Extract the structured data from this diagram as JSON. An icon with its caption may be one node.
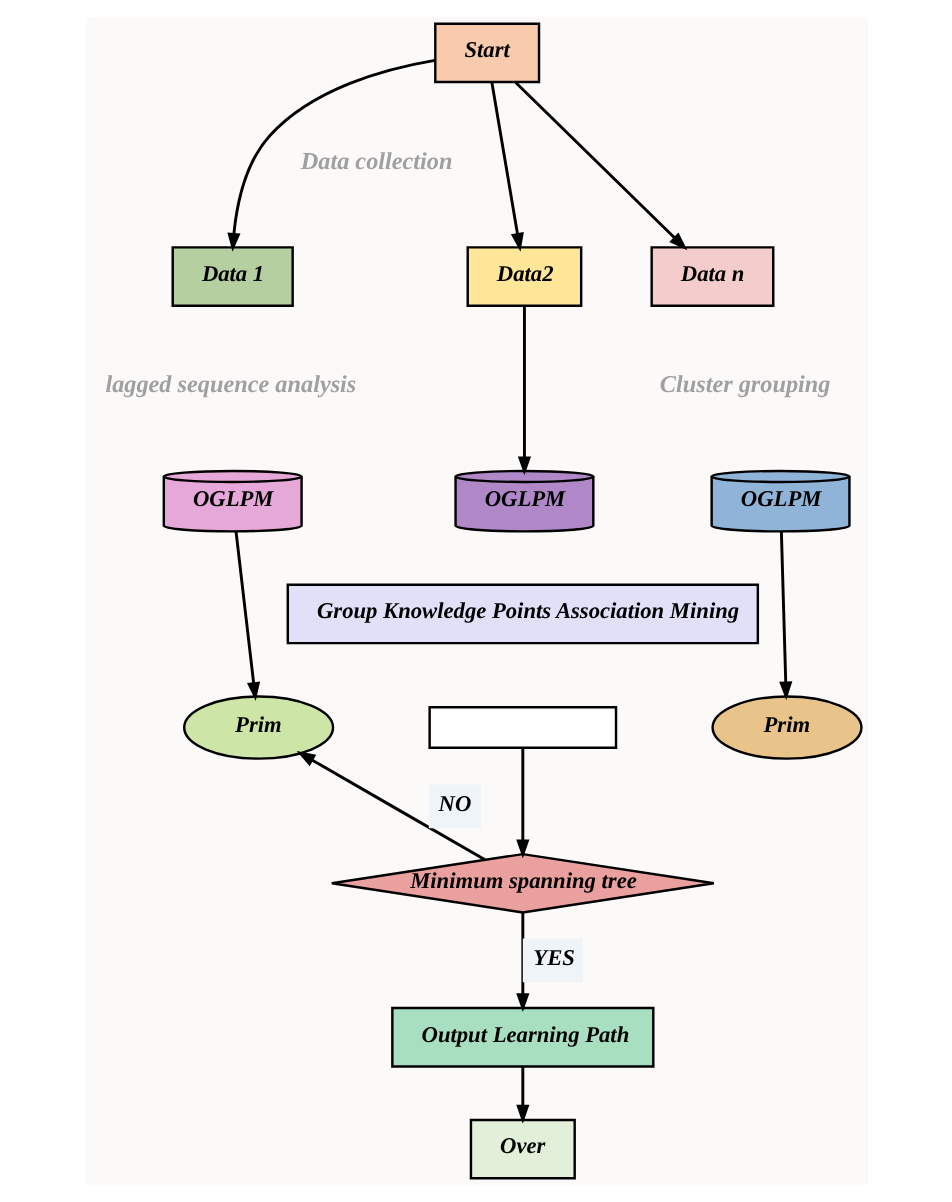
{
  "diagram": {
    "nodes": [
      {
        "text": [
          "Start"
        ]
      },
      {
        "text": [
          "Data 1"
        ]
      },
      {
        "text": [
          "Data2"
        ]
      },
      {
        "text": [
          "Data n"
        ]
      },
      {
        "text": [
          "OGLPM"
        ]
      },
      {
        "text": [
          "OGLPM"
        ]
      },
      {
        "text": [
          "OGLPM"
        ]
      },
      {
        "text": [
          "Group Knowledge Points Association Mining"
        ]
      },
      {
        "text": [
          "Prim"
        ]
      },
      {
        "text": [],
        "shape": "box"
      },
      {
        "text": [
          "Prim"
        ]
      },
      {
        "text": [
          "Minimum spanning tree"
        ]
      },
      {
        "text": [
          "Output Learning Path"
        ]
      },
      {
        "text": [
          "Over"
        ]
      }
    ],
    "edges": [
      {
        "from": 0,
        "to": 1,
        "arrow": "to"
      },
      {
        "from": 0,
        "to": 2,
        "arrow": "to"
      },
      {
        "from": 0,
        "to": 3,
        "arrow": "to"
      },
      {
        "from": 2,
        "to": 5,
        "arrow": "to"
      },
      {
        "from": 4,
        "to": 8,
        "arrow": "to"
      },
      {
        "from": 6,
        "to": 10,
        "arrow": "to"
      },
      {
        "from": 9,
        "to": 11,
        "arrow": "to"
      },
      {
        "from": 11,
        "to": 8,
        "arrow": "to",
        "label": "NO"
      },
      {
        "from": 11,
        "to": 12,
        "arrow": "to",
        "label": "YES"
      },
      {
        "from": 12,
        "to": 13,
        "arrow": "to"
      }
    ],
    "labels": [
      "Data collection",
      "lagged sequence analysis",
      "Cluster grouping"
    ]
  }
}
